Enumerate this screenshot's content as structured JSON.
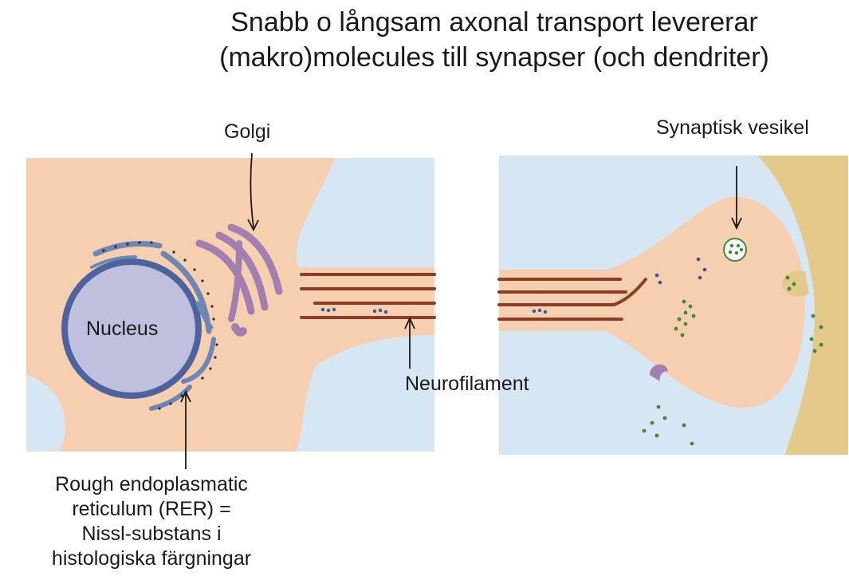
{
  "title": {
    "line1": "Snabb o långsam axonal transport levererar",
    "line2": "(makro)molecules till synapser (och dendriter)"
  },
  "labels": {
    "golgi": "Golgi",
    "synaptisk_vesikel": "Synaptisk vesikel",
    "neurofilament": "Neurofilament",
    "nucleus": "Nucleus",
    "rer": [
      "Rough endoplasmatic",
      "reticulum (RER) =",
      "Nissl-substans i",
      "histologiska färgningar"
    ]
  },
  "colors": {
    "background_blue": "#d6e6f3",
    "cytoplasm": "#f6cfb0",
    "postsynaptic": "#e4c98b",
    "nucleus_fill": "#bfc0dd",
    "nucleus_ring": "#4c63a0",
    "rer": "#6d86b3",
    "golgi": "#a37fb0",
    "neurofilament": "#8a3e26",
    "vesicle_green": "#3d8a3d",
    "vesicle_blue": "#3c5590"
  }
}
